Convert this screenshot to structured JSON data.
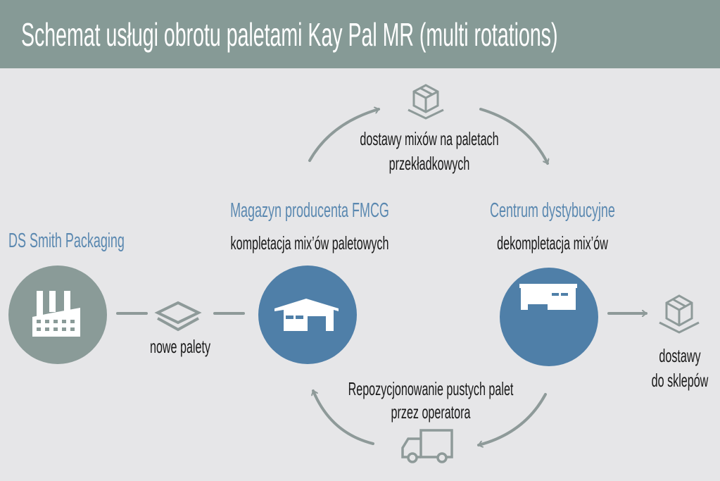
{
  "title": "Schemat usługi obrotu paletami Kay Pal MR (multi rotations)",
  "nodes": {
    "supplier": {
      "name": "DS Smith Packaging"
    },
    "warehouse": {
      "name": "Magazyn producenta FMCG",
      "desc": "kompletacja mix’ów paletowych"
    },
    "distribution": {
      "name": "Centrum dystybucyjne",
      "desc": "dekompletacja mix’ów"
    }
  },
  "flows": {
    "new_pallets": "nowe palety",
    "mix_delivery_1": "dostawy mixów na paletach",
    "mix_delivery_2": "przekładkowych",
    "reposition_1": "Repozycjonowanie pustych palet",
    "reposition_2": "przez operatora",
    "store_1": "dostawy",
    "store_2": "do sklepów"
  },
  "colors": {
    "header": "#869a96",
    "accent": "#4f7fa8",
    "supplier": "#8a9b98",
    "lines": "#8e9a99"
  }
}
